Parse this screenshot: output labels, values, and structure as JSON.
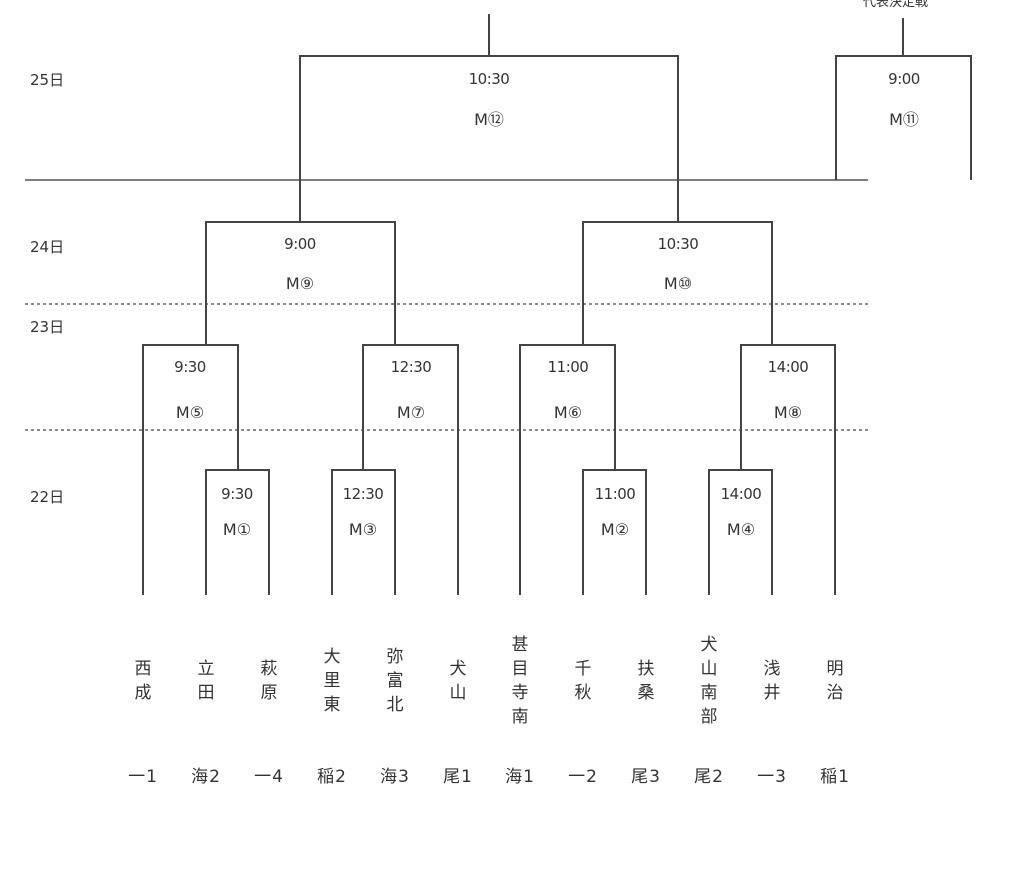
{
  "days": [
    {
      "id": "d25",
      "label": "25日"
    },
    {
      "id": "d24",
      "label": "24日"
    },
    {
      "id": "d23",
      "label": "23日"
    },
    {
      "id": "d22",
      "label": "22日"
    }
  ],
  "top_caption": "代表決定戦",
  "matches": [
    {
      "id": "m1",
      "time": "9:30",
      "label": "M①"
    },
    {
      "id": "m3",
      "time": "12:30",
      "label": "M③"
    },
    {
      "id": "m2",
      "time": "11:00",
      "label": "M②"
    },
    {
      "id": "m4",
      "time": "14:00",
      "label": "M④"
    },
    {
      "id": "m5",
      "time": "9:30",
      "label": "M⑤"
    },
    {
      "id": "m7",
      "time": "12:30",
      "label": "M⑦"
    },
    {
      "id": "m6",
      "time": "11:00",
      "label": "M⑥"
    },
    {
      "id": "m8",
      "time": "14:00",
      "label": "M⑧"
    },
    {
      "id": "m9",
      "time": "9:00",
      "label": "M⑨"
    },
    {
      "id": "m10",
      "time": "10:30",
      "label": "M⑩"
    },
    {
      "id": "m12",
      "time": "10:30",
      "label": "M⑫"
    },
    {
      "id": "m11",
      "time": "9:00",
      "label": "M⑪"
    }
  ],
  "teams": [
    {
      "name": "西成",
      "seed": "一1"
    },
    {
      "name": "立田",
      "seed": "海2"
    },
    {
      "name": "萩原",
      "seed": "一4"
    },
    {
      "name": "大里東",
      "seed": "稲2"
    },
    {
      "name": "弥富北",
      "seed": "海3"
    },
    {
      "name": "犬山",
      "seed": "尾1"
    },
    {
      "name": "甚目寺南",
      "seed": "海1"
    },
    {
      "name": "千秋",
      "seed": "一2"
    },
    {
      "name": "扶桑",
      "seed": "尾3"
    },
    {
      "name": "犬山南部",
      "seed": "尾2"
    },
    {
      "name": "浅井",
      "seed": "一3"
    },
    {
      "name": "明治",
      "seed": "稲1"
    }
  ]
}
